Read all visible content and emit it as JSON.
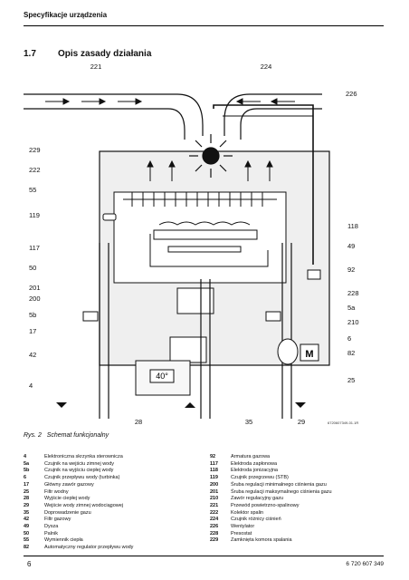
{
  "header": {
    "title": "Specyfikacje urządzenia"
  },
  "section": {
    "number": "1.7",
    "title": "Opis zasady działania"
  },
  "diagram": {
    "callouts_top": [
      "221",
      "224",
      "226"
    ],
    "callouts_left": [
      "229",
      "222",
      "55",
      "119",
      "117",
      "50",
      "201",
      "200",
      "5b",
      "17",
      "42",
      "4"
    ],
    "callouts_right": [
      "118",
      "49",
      "92",
      "228",
      "5a",
      "210",
      "6",
      "82",
      "25"
    ],
    "callouts_bottom": [
      "28",
      "35",
      "29"
    ],
    "temp_display": "40°",
    "motor_label": "M",
    "image_code": "6720607349-01.1R"
  },
  "caption": {
    "prefix": "Rys. 2",
    "text": "Schemat funkcjonalny"
  },
  "legend_left": [
    {
      "num": "4",
      "text": "Elektroniczna skrzynka sterownicza"
    },
    {
      "num": "5a",
      "text": "Czujnik na wejściu zimnej wody"
    },
    {
      "num": "5b",
      "text": "Czujnik na wyjściu ciepłej wody"
    },
    {
      "num": "6",
      "text": "Czujnik przepływu wody (turbinka)"
    },
    {
      "num": "17",
      "text": "Główny zawór gazowy"
    },
    {
      "num": "25",
      "text": "Filtr wodny"
    },
    {
      "num": "28",
      "text": "Wyjście ciepłej wody"
    },
    {
      "num": "29",
      "text": "Wejście wody zimnej wodociągowej"
    },
    {
      "num": "35",
      "text": "Doprowadzenie gazu"
    },
    {
      "num": "42",
      "text": "Filtr gazowy"
    },
    {
      "num": "49",
      "text": "Dysza"
    },
    {
      "num": "50",
      "text": "Palnik"
    },
    {
      "num": "55",
      "text": "Wymiennik ciepła"
    },
    {
      "num": "82",
      "text": "Automatyczny regulator przepływu wody"
    }
  ],
  "legend_right": [
    {
      "num": "92",
      "text": "Armatura gazowa"
    },
    {
      "num": "117",
      "text": "Elektroda zapłonowa"
    },
    {
      "num": "118",
      "text": "Elektroda jonizacyjna"
    },
    {
      "num": "119",
      "text": "Czujnik przegrzewu (STB)"
    },
    {
      "num": "200",
      "text": "Śruba regulacji minimalnego ciśnienia gazu"
    },
    {
      "num": "201",
      "text": "Śruba regulacji maksymalnego ciśnienia gazu"
    },
    {
      "num": "210",
      "text": "Zawór regulacyjny gazu"
    },
    {
      "num": "221",
      "text": "Przewód powietrzno-spalinowy"
    },
    {
      "num": "222",
      "text": "Kolektor spalin"
    },
    {
      "num": "224",
      "text": "Czujnik różnicy ciśnień"
    },
    {
      "num": "226",
      "text": "Wentylator"
    },
    {
      "num": "228",
      "text": "Presostat"
    },
    {
      "num": "229",
      "text": "Zamknięta komora spalania"
    }
  ],
  "footer": {
    "page": "6",
    "doc_number": "6 720 607 349"
  }
}
